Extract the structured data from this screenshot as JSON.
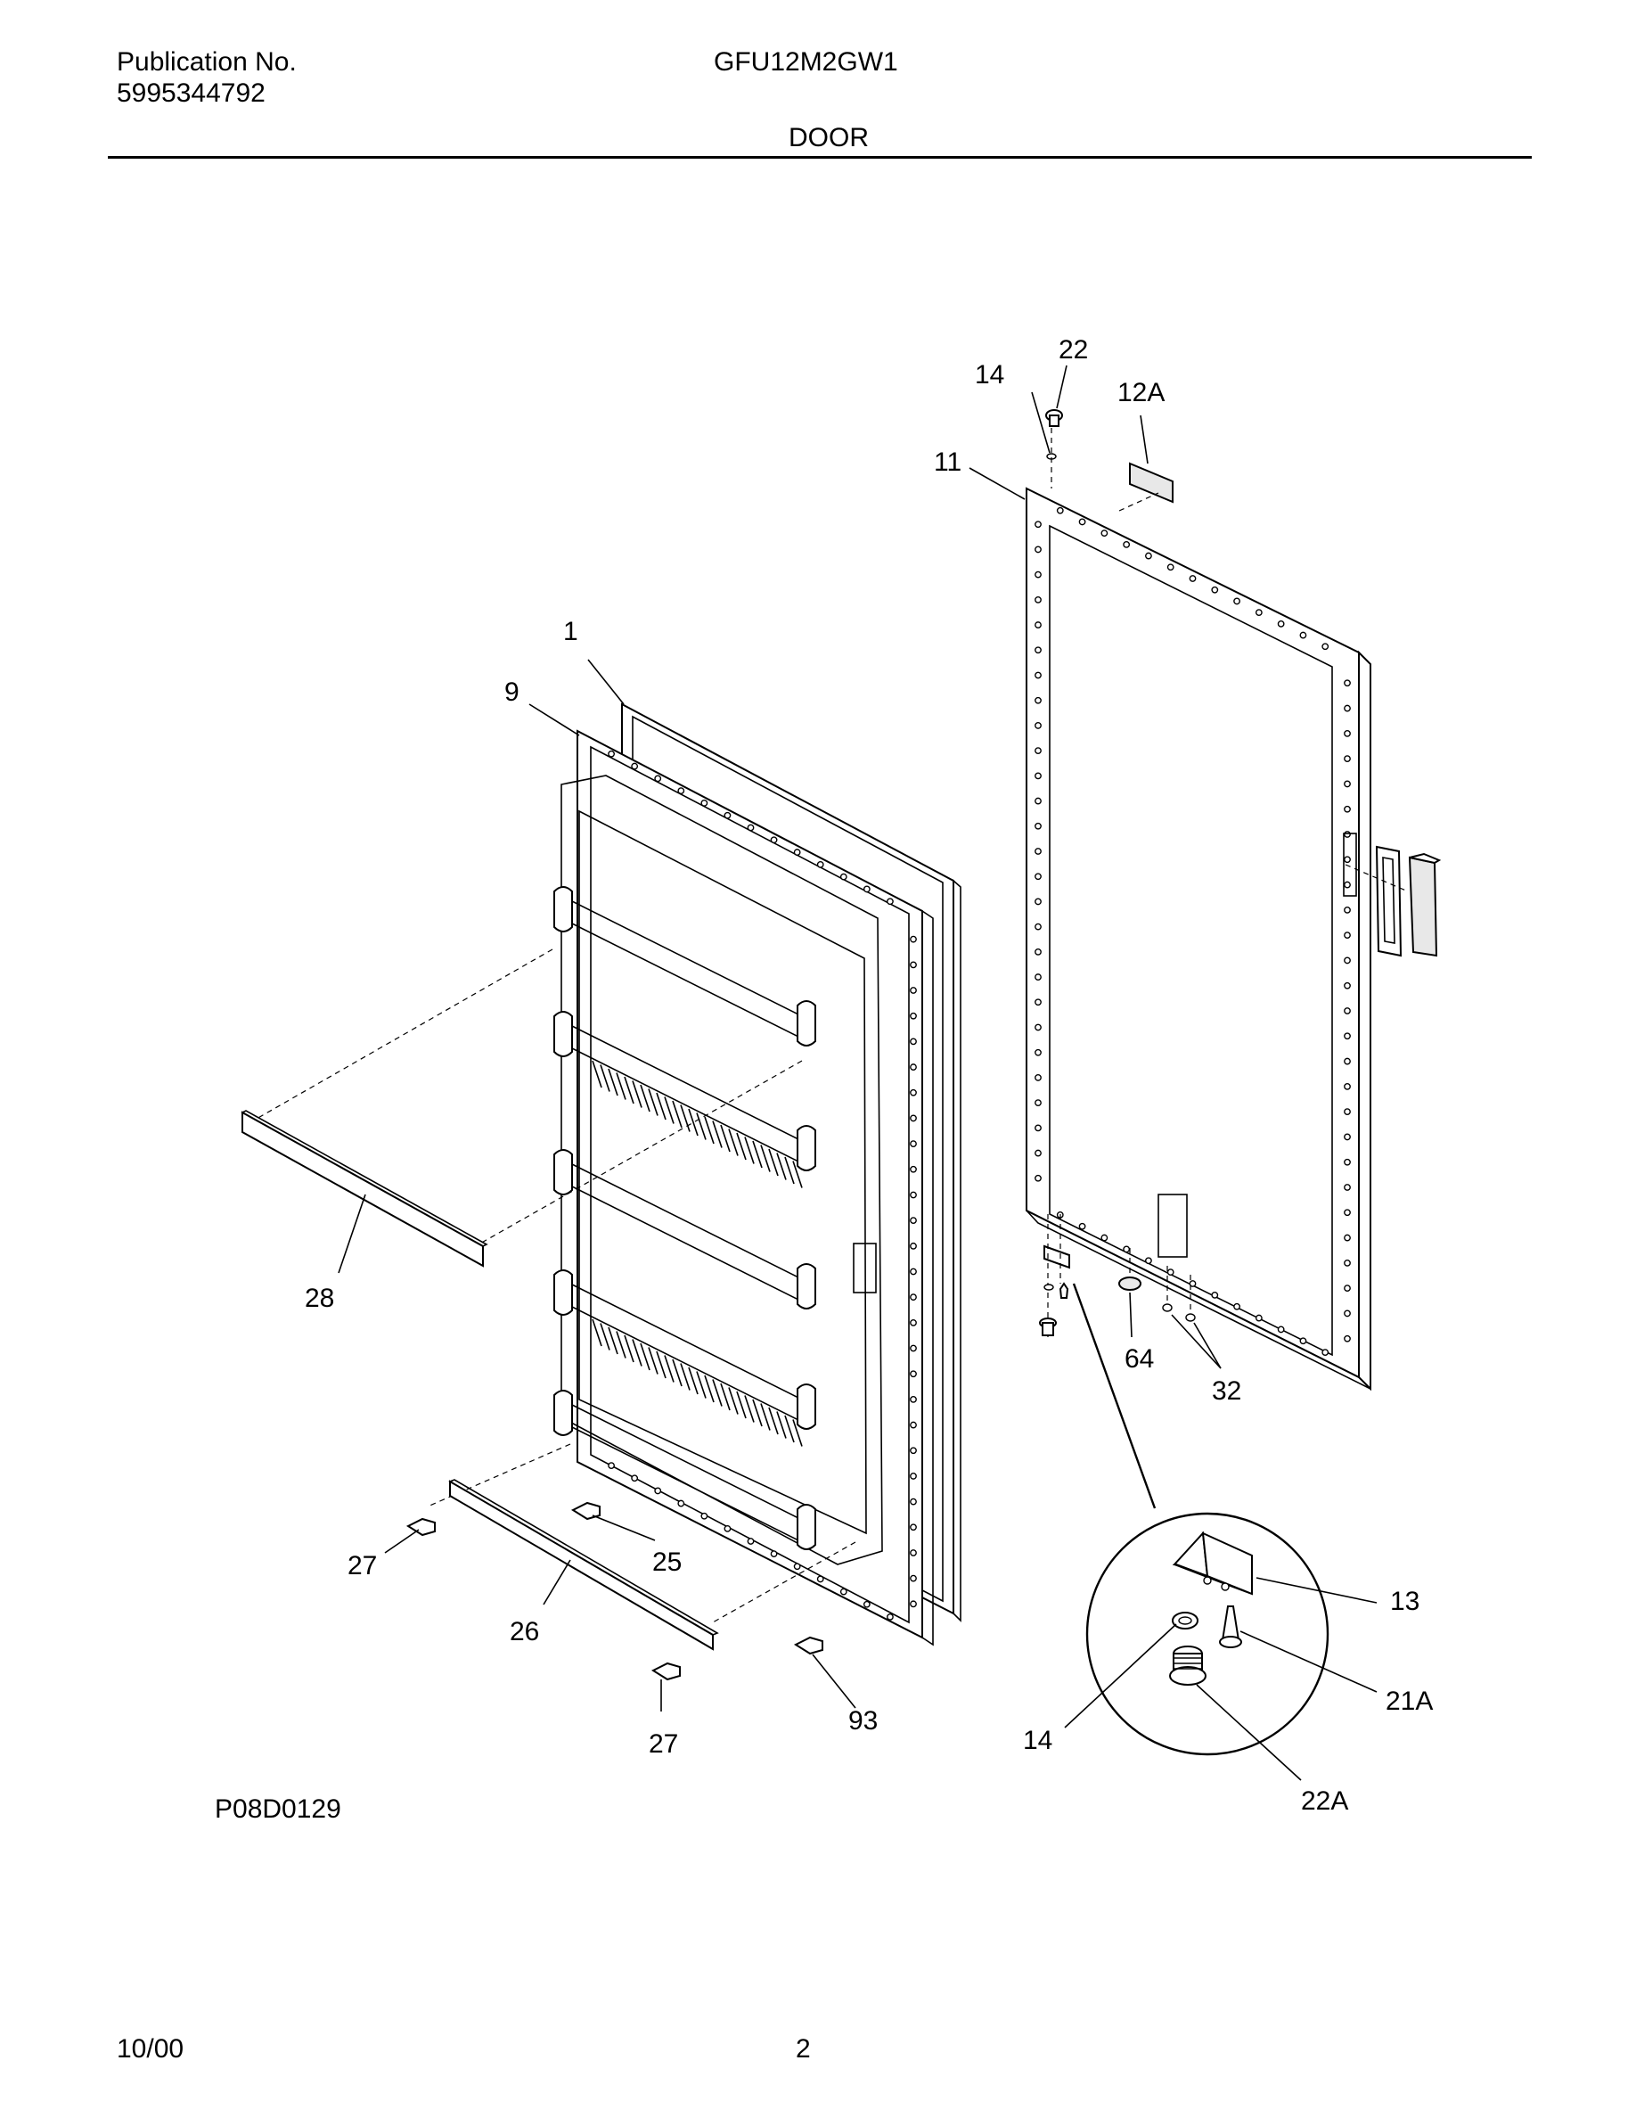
{
  "header": {
    "publication_label": "Publication No.",
    "publication_number": "5995344792",
    "model": "GFU12M2GW1",
    "section_title": "DOOR"
  },
  "diagram": {
    "figure_code": "P08D0129",
    "callouts": {
      "c1": "1",
      "c9": "9",
      "c11": "11",
      "c12A": "12A",
      "c14_top": "14",
      "c22": "22",
      "c28": "28",
      "c64": "64",
      "c32": "32",
      "c27_a": "27",
      "c25": "25",
      "c26": "26",
      "c27_b": "27",
      "c93": "93",
      "c13": "13",
      "c21A": "21A",
      "c14_detail": "14",
      "c22A": "22A"
    }
  },
  "footer": {
    "date": "10/00",
    "page": "2"
  }
}
